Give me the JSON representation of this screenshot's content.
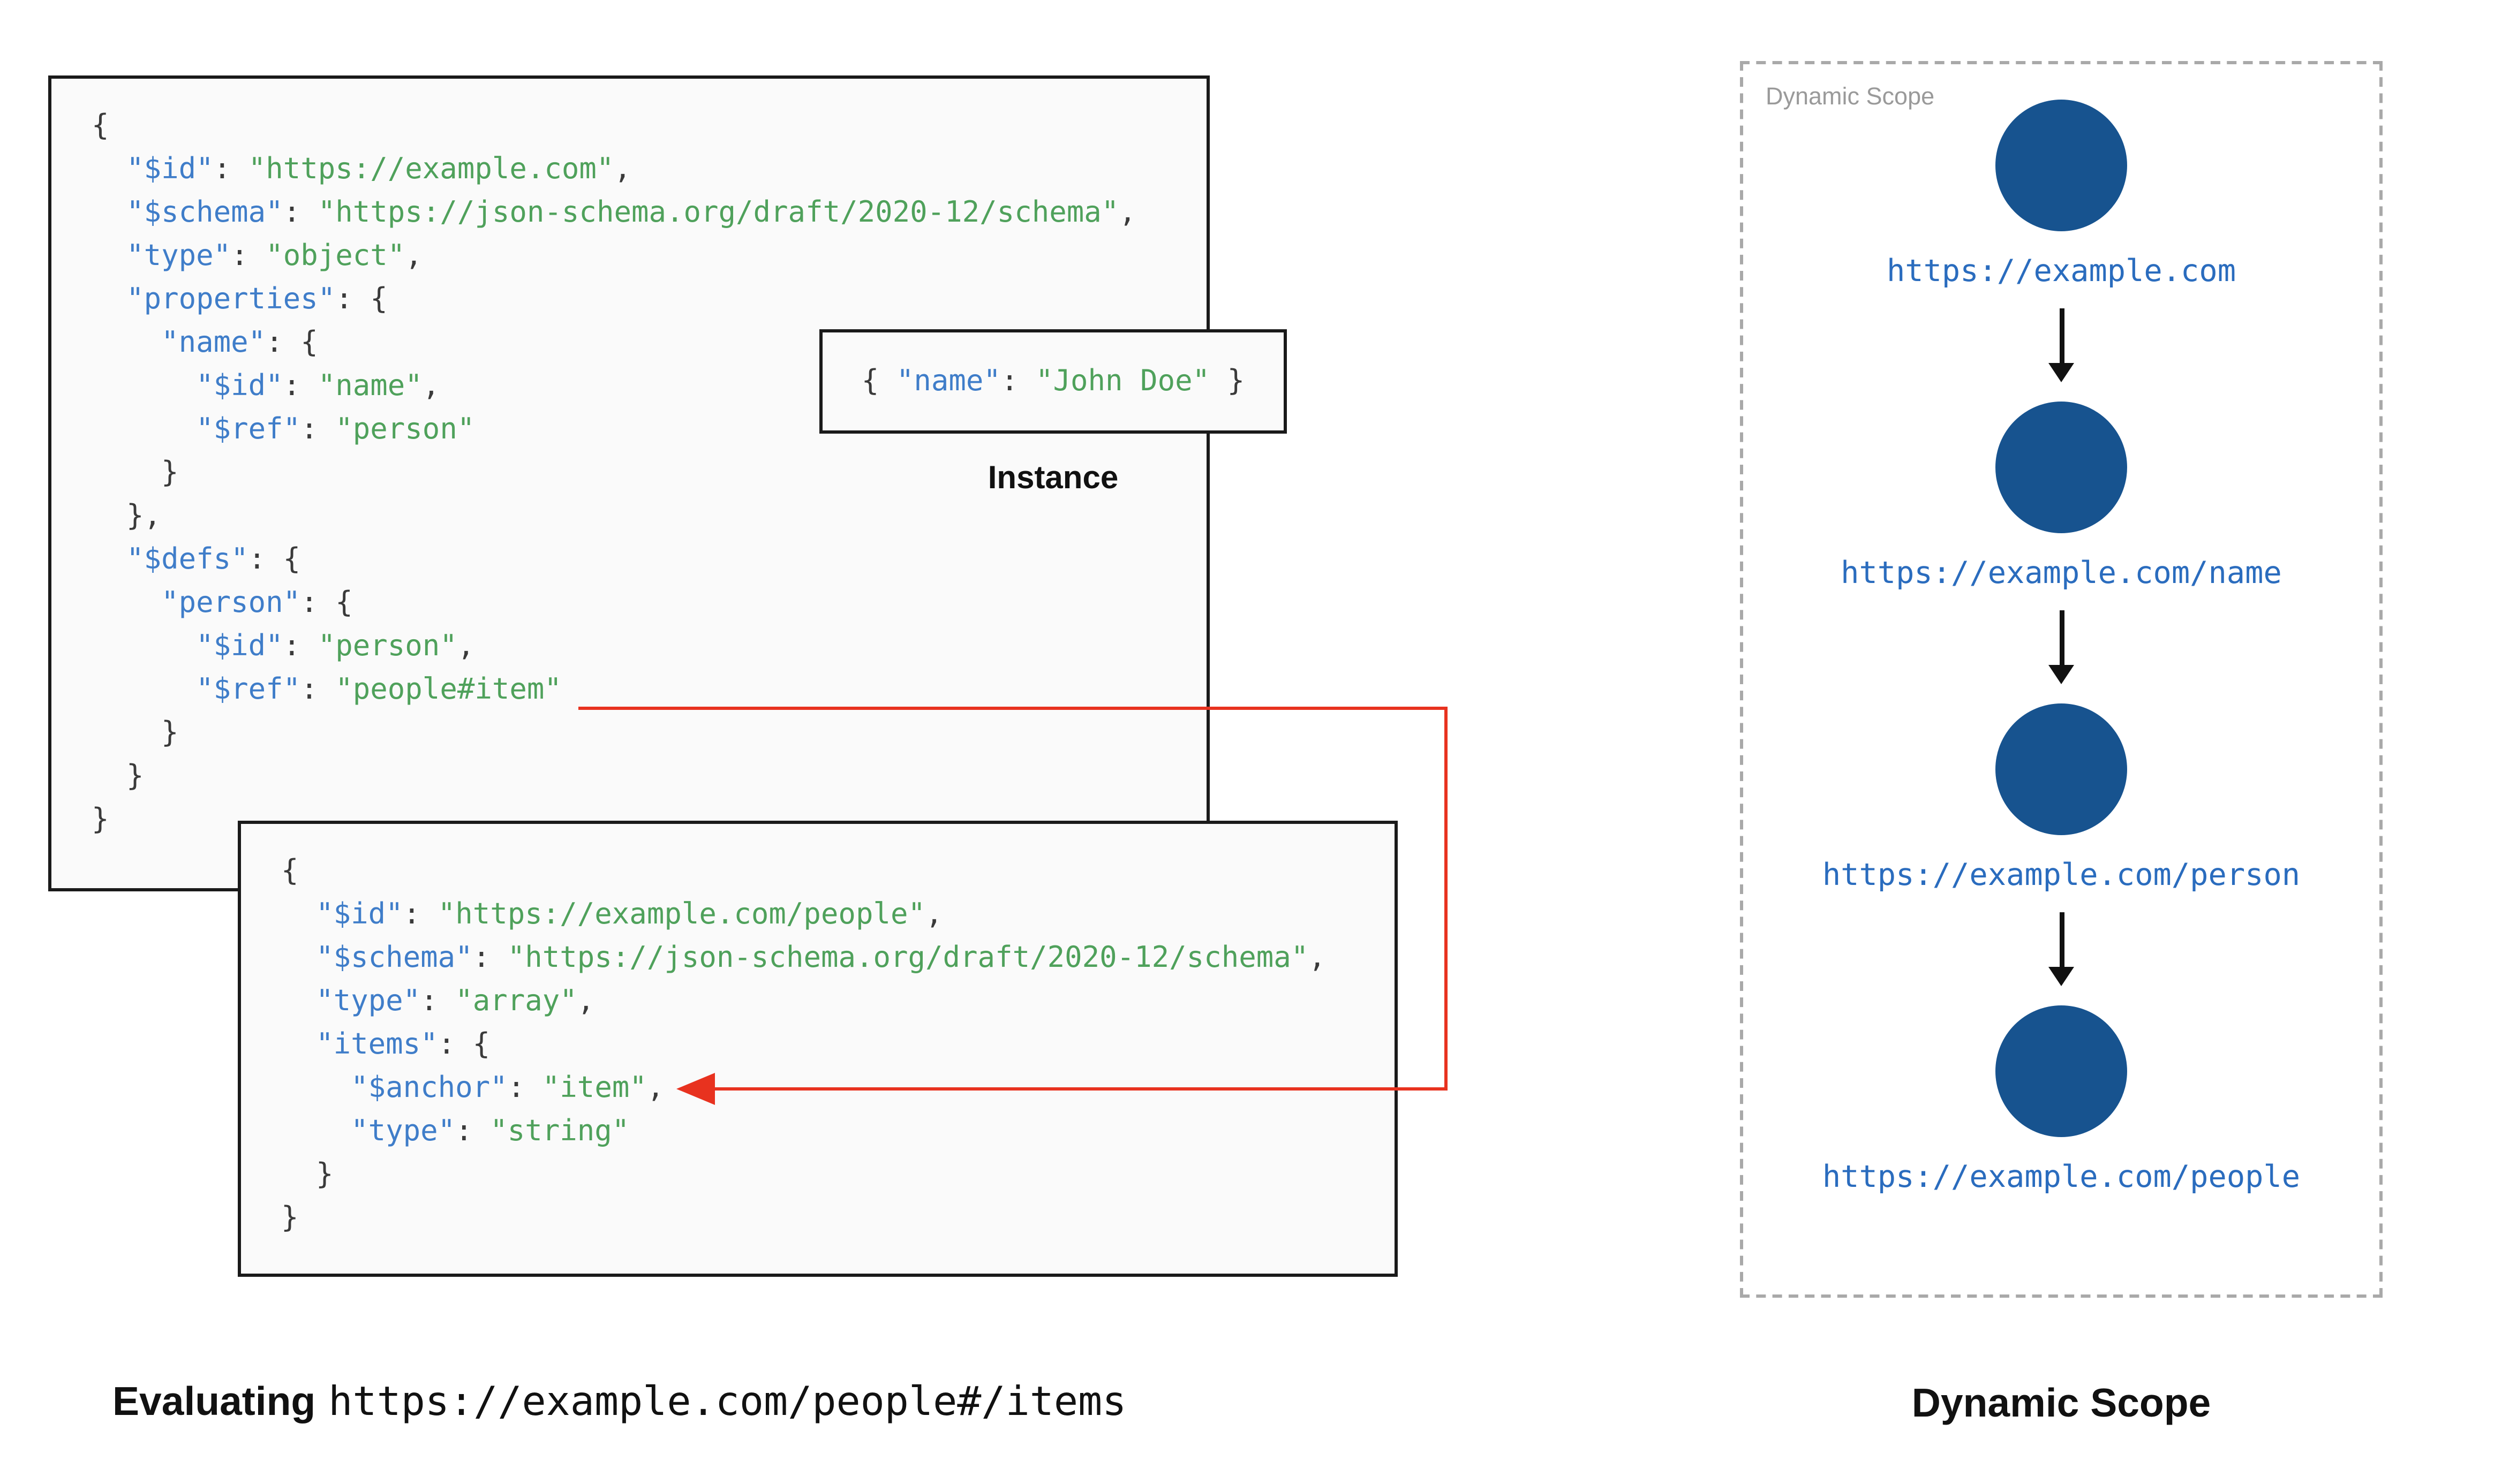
{
  "colors": {
    "key_blue": "#3f7dc9",
    "string_green": "#4fa15b",
    "punct_dark": "#3a3a3a",
    "arrow_red": "#e8321f",
    "circle_blue": "#17538f",
    "url_blue": "#2a6cbe"
  },
  "schema1": {
    "lines": [
      [
        [
          "p",
          "{"
        ]
      ],
      [
        [
          "p",
          "  "
        ],
        [
          "k",
          "\"$id\""
        ],
        [
          "p",
          ": "
        ],
        [
          "v",
          "\"https://example.com\""
        ],
        [
          "p",
          ","
        ]
      ],
      [
        [
          "p",
          "  "
        ],
        [
          "k",
          "\"$schema\""
        ],
        [
          "p",
          ": "
        ],
        [
          "v",
          "\"https://json-schema.org/draft/2020-12/schema\""
        ],
        [
          "p",
          ","
        ]
      ],
      [
        [
          "p",
          "  "
        ],
        [
          "k",
          "\"type\""
        ],
        [
          "p",
          ": "
        ],
        [
          "v",
          "\"object\""
        ],
        [
          "p",
          ","
        ]
      ],
      [
        [
          "p",
          "  "
        ],
        [
          "k",
          "\"properties\""
        ],
        [
          "p",
          ": {"
        ]
      ],
      [
        [
          "p",
          "    "
        ],
        [
          "k",
          "\"name\""
        ],
        [
          "p",
          ": {"
        ]
      ],
      [
        [
          "p",
          "      "
        ],
        [
          "k",
          "\"$id\""
        ],
        [
          "p",
          ": "
        ],
        [
          "v",
          "\"name\""
        ],
        [
          "p",
          ","
        ]
      ],
      [
        [
          "p",
          "      "
        ],
        [
          "k",
          "\"$ref\""
        ],
        [
          "p",
          ": "
        ],
        [
          "v",
          "\"person\""
        ]
      ],
      [
        [
          "p",
          "    }"
        ]
      ],
      [
        [
          "p",
          "  },"
        ]
      ],
      [
        [
          "p",
          "  "
        ],
        [
          "k",
          "\"$defs\""
        ],
        [
          "p",
          ": {"
        ]
      ],
      [
        [
          "p",
          "    "
        ],
        [
          "k",
          "\"person\""
        ],
        [
          "p",
          ": {"
        ]
      ],
      [
        [
          "p",
          "      "
        ],
        [
          "k",
          "\"$id\""
        ],
        [
          "p",
          ": "
        ],
        [
          "v",
          "\"person\""
        ],
        [
          "p",
          ","
        ]
      ],
      [
        [
          "p",
          "      "
        ],
        [
          "k",
          "\"$ref\""
        ],
        [
          "p",
          ": "
        ],
        [
          "v",
          "\"people#item\""
        ]
      ],
      [
        [
          "p",
          "    }"
        ]
      ],
      [
        [
          "p",
          "  }"
        ]
      ],
      [
        [
          "p",
          "}"
        ]
      ]
    ]
  },
  "instance": {
    "lines": [
      [
        [
          "p",
          "{ "
        ],
        [
          "k",
          "\"name\""
        ],
        [
          "p",
          ": "
        ],
        [
          "v",
          "\"John Doe\""
        ],
        [
          "p",
          " }"
        ]
      ]
    ],
    "label": "Instance"
  },
  "schema2": {
    "lines": [
      [
        [
          "p",
          "{"
        ]
      ],
      [
        [
          "p",
          "  "
        ],
        [
          "k",
          "\"$id\""
        ],
        [
          "p",
          ": "
        ],
        [
          "v",
          "\"https://example.com/people\""
        ],
        [
          "p",
          ","
        ]
      ],
      [
        [
          "p",
          "  "
        ],
        [
          "k",
          "\"$schema\""
        ],
        [
          "p",
          ": "
        ],
        [
          "v",
          "\"https://json-schema.org/draft/2020-12/schema\""
        ],
        [
          "p",
          ","
        ]
      ],
      [
        [
          "p",
          "  "
        ],
        [
          "k",
          "\"type\""
        ],
        [
          "p",
          ": "
        ],
        [
          "v",
          "\"array\""
        ],
        [
          "p",
          ","
        ]
      ],
      [
        [
          "p",
          "  "
        ],
        [
          "k",
          "\"items\""
        ],
        [
          "p",
          ": {"
        ]
      ],
      [
        [
          "p",
          "    "
        ],
        [
          "k",
          "\"$anchor\""
        ],
        [
          "p",
          ": "
        ],
        [
          "v",
          "\"item\""
        ],
        [
          "p",
          ","
        ]
      ],
      [
        [
          "p",
          "    "
        ],
        [
          "k",
          "\"type\""
        ],
        [
          "p",
          ": "
        ],
        [
          "v",
          "\"string\""
        ]
      ],
      [
        [
          "p",
          "  }"
        ]
      ],
      [
        [
          "p",
          "}"
        ]
      ]
    ]
  },
  "caption_left": {
    "prefix": "Evaluating",
    "url": "https://example.com/people#/items"
  },
  "scope": {
    "panel_label": "Dynamic Scope",
    "caption": "Dynamic Scope",
    "nodes": [
      {
        "url": "https://example.com"
      },
      {
        "url": "https://example.com/name"
      },
      {
        "url": "https://example.com/person"
      },
      {
        "url": "https://example.com/people"
      }
    ]
  }
}
